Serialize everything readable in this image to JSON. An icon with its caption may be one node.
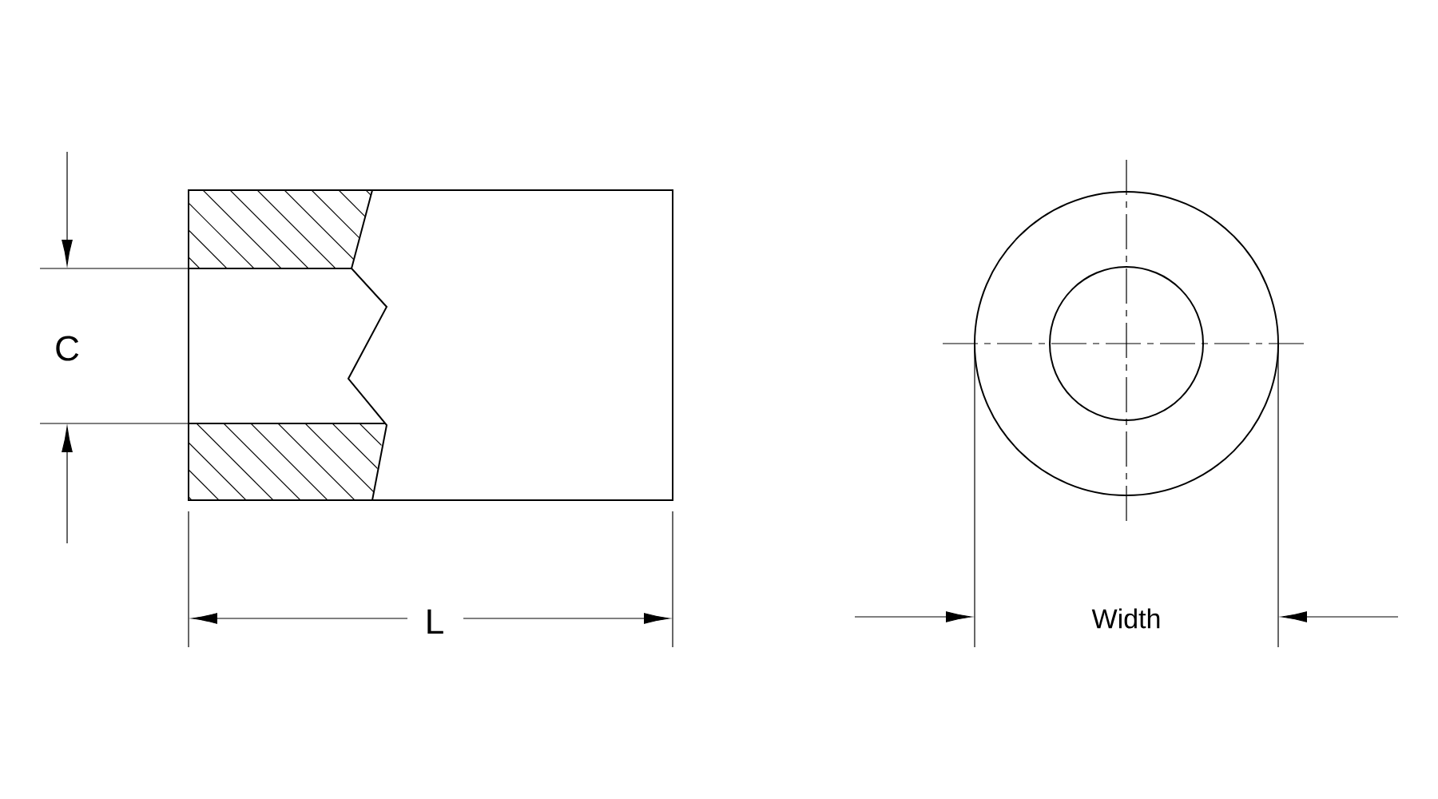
{
  "diagram": {
    "labels": [
      "C",
      "L",
      "Width"
    ]
  }
}
